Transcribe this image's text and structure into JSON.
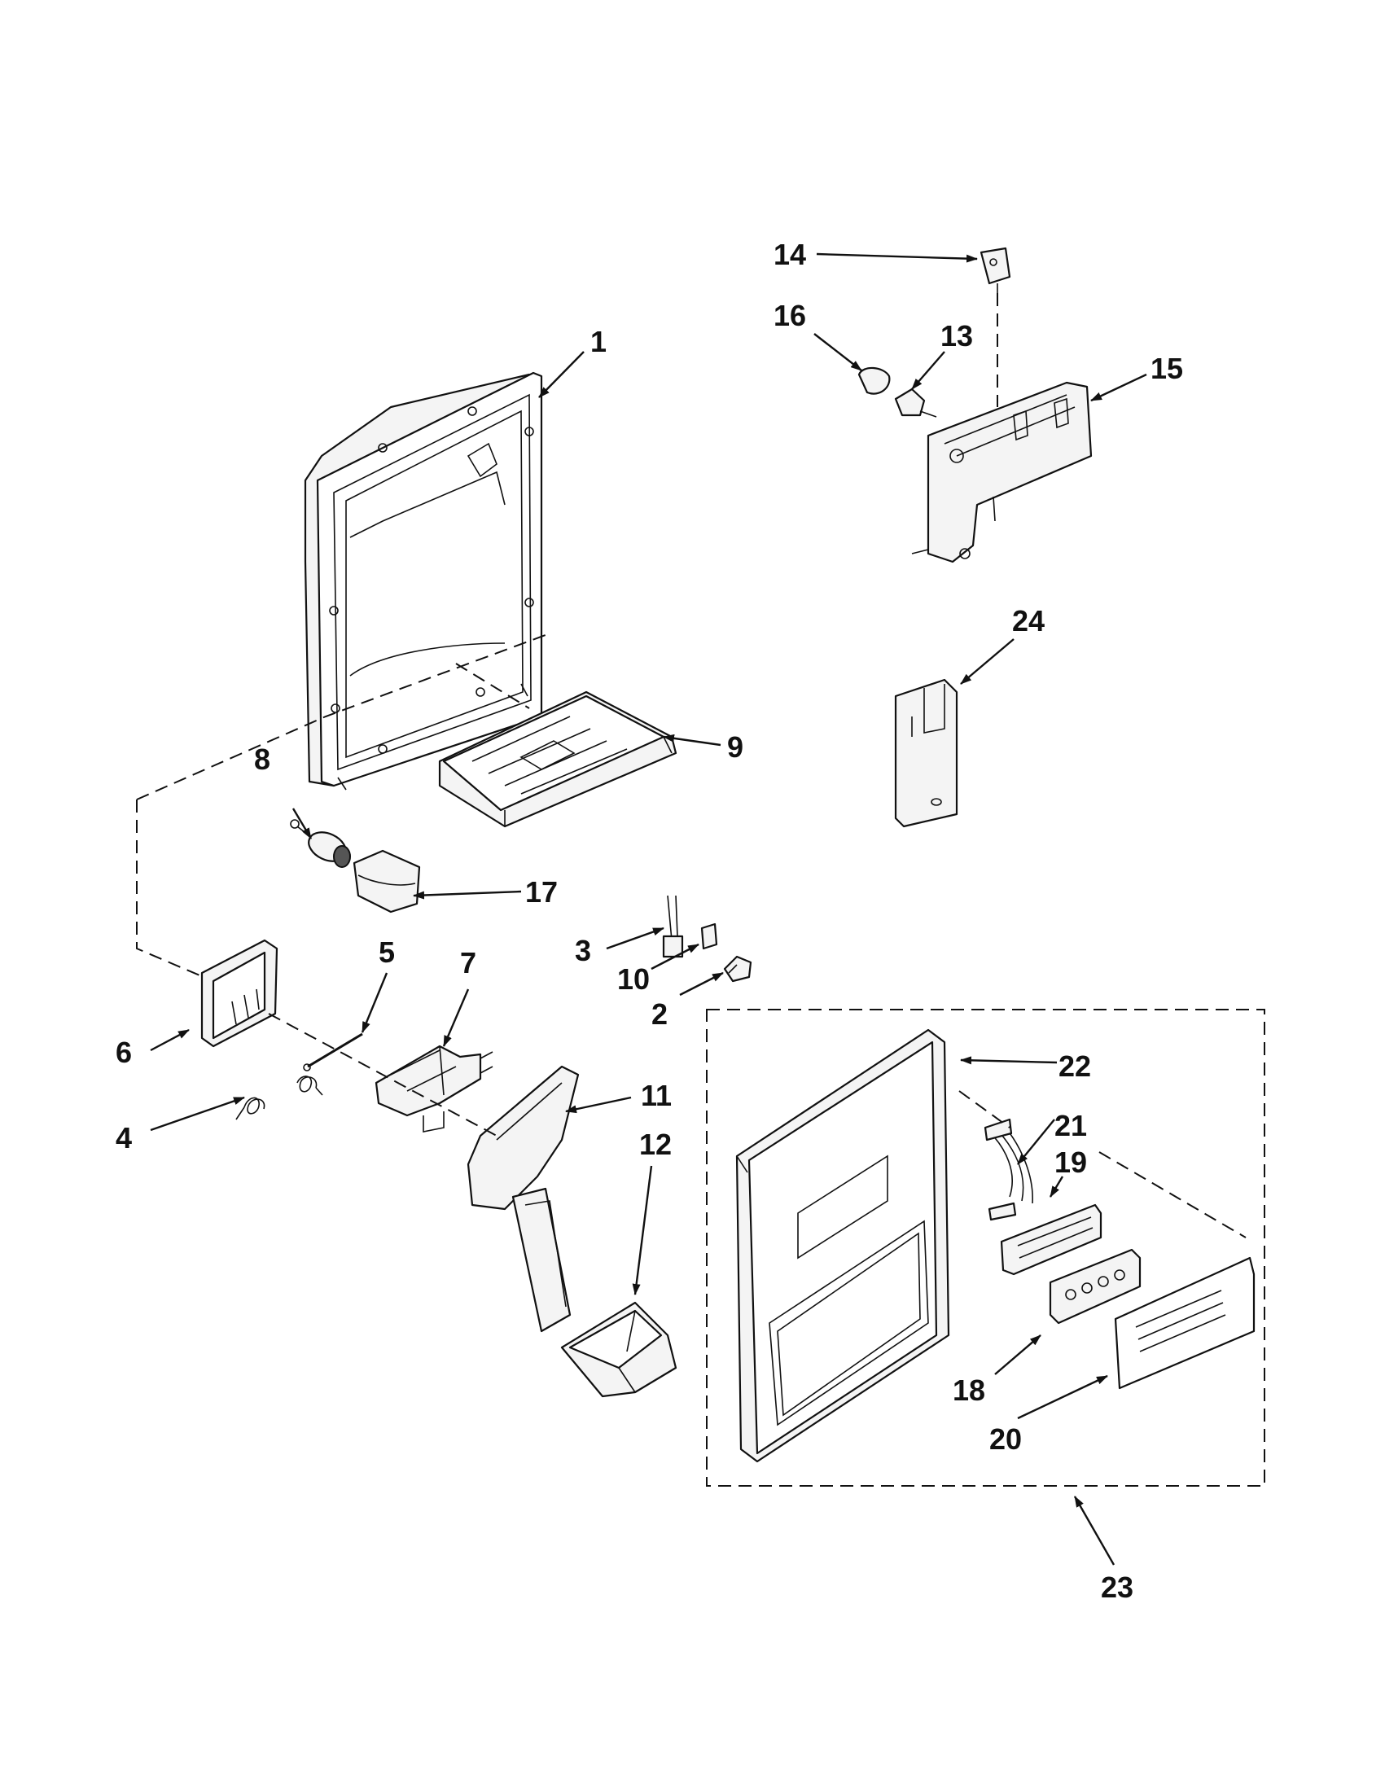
{
  "callouts": [
    {
      "id": "1",
      "text": "1"
    },
    {
      "id": "2",
      "text": "2"
    },
    {
      "id": "3",
      "text": "3"
    },
    {
      "id": "4",
      "text": "4"
    },
    {
      "id": "5",
      "text": "5"
    },
    {
      "id": "6",
      "text": "6"
    },
    {
      "id": "7",
      "text": "7"
    },
    {
      "id": "8",
      "text": "8"
    },
    {
      "id": "9",
      "text": "9"
    },
    {
      "id": "10",
      "text": "10"
    },
    {
      "id": "11",
      "text": "11"
    },
    {
      "id": "12",
      "text": "12"
    },
    {
      "id": "13",
      "text": "13"
    },
    {
      "id": "14",
      "text": "14"
    },
    {
      "id": "15",
      "text": "15"
    },
    {
      "id": "16",
      "text": "16"
    },
    {
      "id": "17",
      "text": "17"
    },
    {
      "id": "18",
      "text": "18"
    },
    {
      "id": "19",
      "text": "19"
    },
    {
      "id": "20",
      "text": "20"
    },
    {
      "id": "21",
      "text": "21"
    },
    {
      "id": "22",
      "text": "22"
    },
    {
      "id": "23",
      "text": "23"
    },
    {
      "id": "24",
      "text": "24"
    }
  ],
  "colors": {
    "line": "#111111",
    "paper": "#ffffff",
    "fill": "#f4f4f4"
  }
}
